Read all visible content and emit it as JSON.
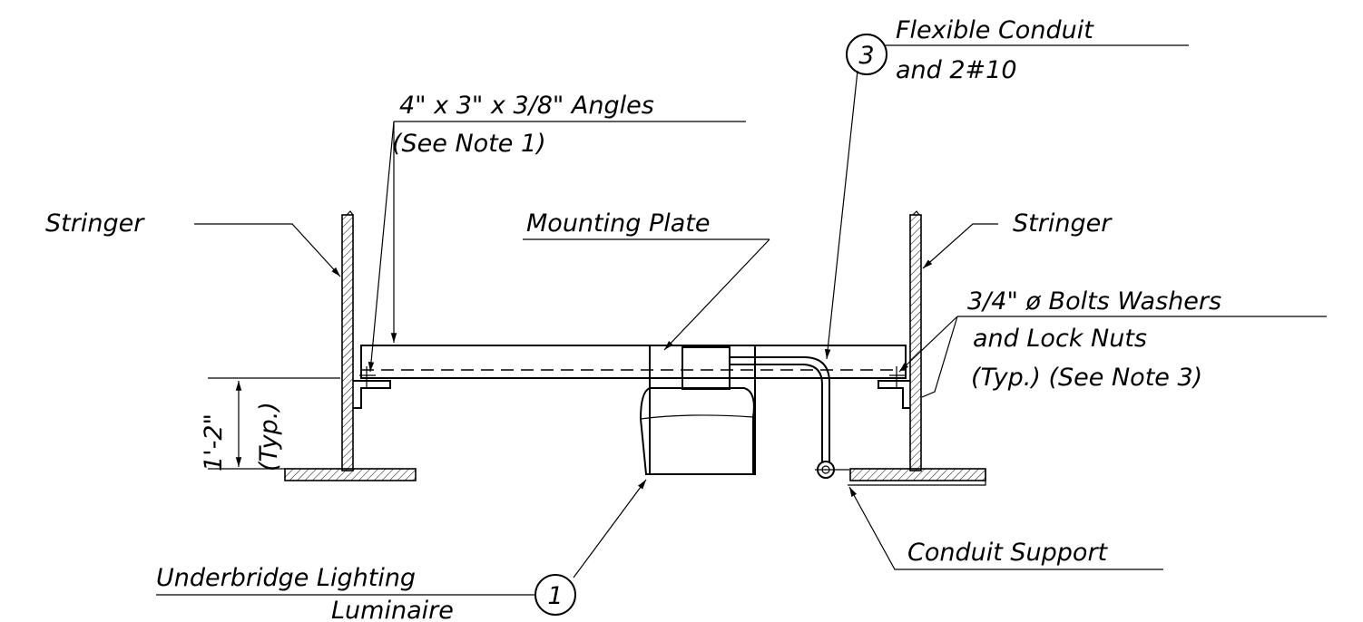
{
  "labels": {
    "flexible_conduit_line1": "Flexible Conduit",
    "flexible_conduit_line2": "and 2#10",
    "angles_line1": "4\" x 3\" x 3/8\" Angles",
    "angles_line2": "(See Note 1)",
    "stringer_left": "Stringer",
    "stringer_right": "Stringer",
    "mounting_plate": "Mounting Plate",
    "bolts_line1": "3/4\" ø Bolts Washers",
    "bolts_line2": "and Lock Nuts",
    "bolts_line3": "(Typ.) (See Note 3)",
    "dimension_value": "1'-2\"",
    "dimension_typ": "(Typ.)",
    "luminaire_line1": "Underbridge Lighting",
    "luminaire_line2": "Luminaire",
    "conduit_support": "Conduit Support"
  },
  "callouts": {
    "luminaire_number": "1",
    "conduit_number": "3"
  },
  "colors": {
    "ink": "#000000",
    "background": "#ffffff"
  }
}
